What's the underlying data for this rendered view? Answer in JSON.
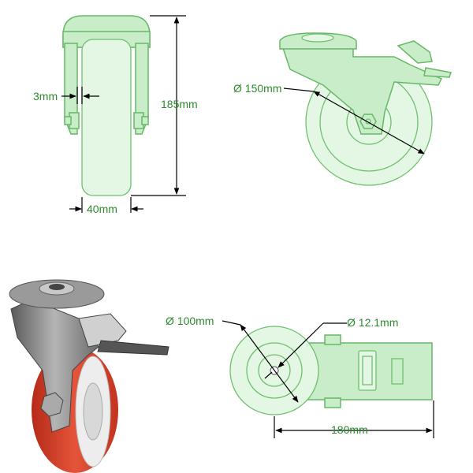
{
  "dimensions": {
    "height": "185mm",
    "axle": "3mm",
    "width": "40mm",
    "wheel_diameter": "150mm",
    "plate_diameter": "100mm",
    "bolt_hole": "12.1mm",
    "length": "180mm"
  },
  "colors": {
    "outline_green": "#67b867",
    "fill_green": "#c9edc9",
    "label_green": "#2f8a2f",
    "tread_red": "#d9412b",
    "metal_grey": "#8a8a8a"
  }
}
